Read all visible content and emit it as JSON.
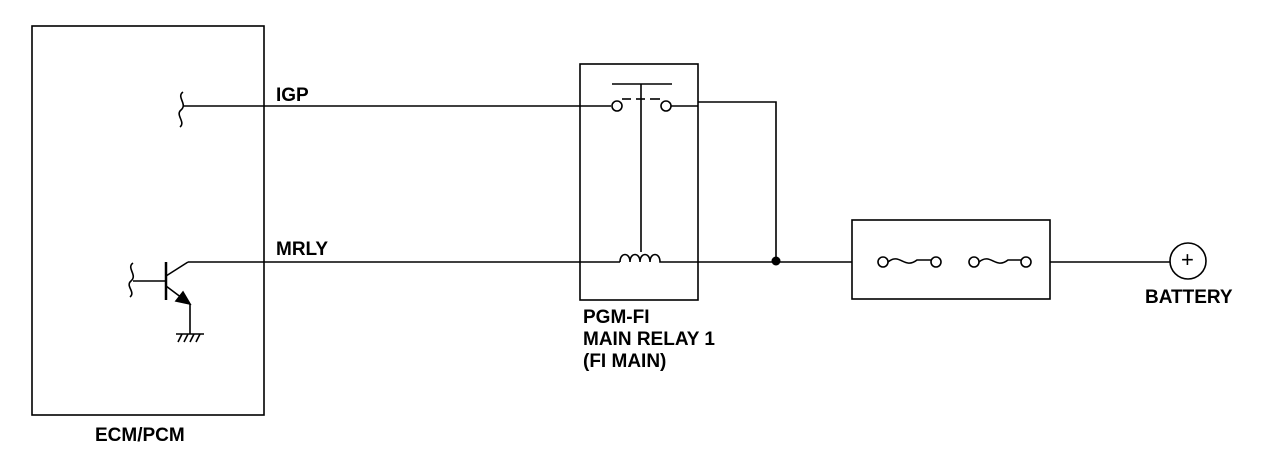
{
  "labels": {
    "ecm": "ECM/PCM",
    "igp": "IGP",
    "mrly": "MRLY",
    "relay_line1": "PGM-FI",
    "relay_line2": "MAIN RELAY 1",
    "relay_line3": "(FI MAIN)",
    "battery": "BATTERY",
    "battery_symbol": "+"
  },
  "colors": {
    "line": "#000000",
    "background": "#ffffff"
  }
}
